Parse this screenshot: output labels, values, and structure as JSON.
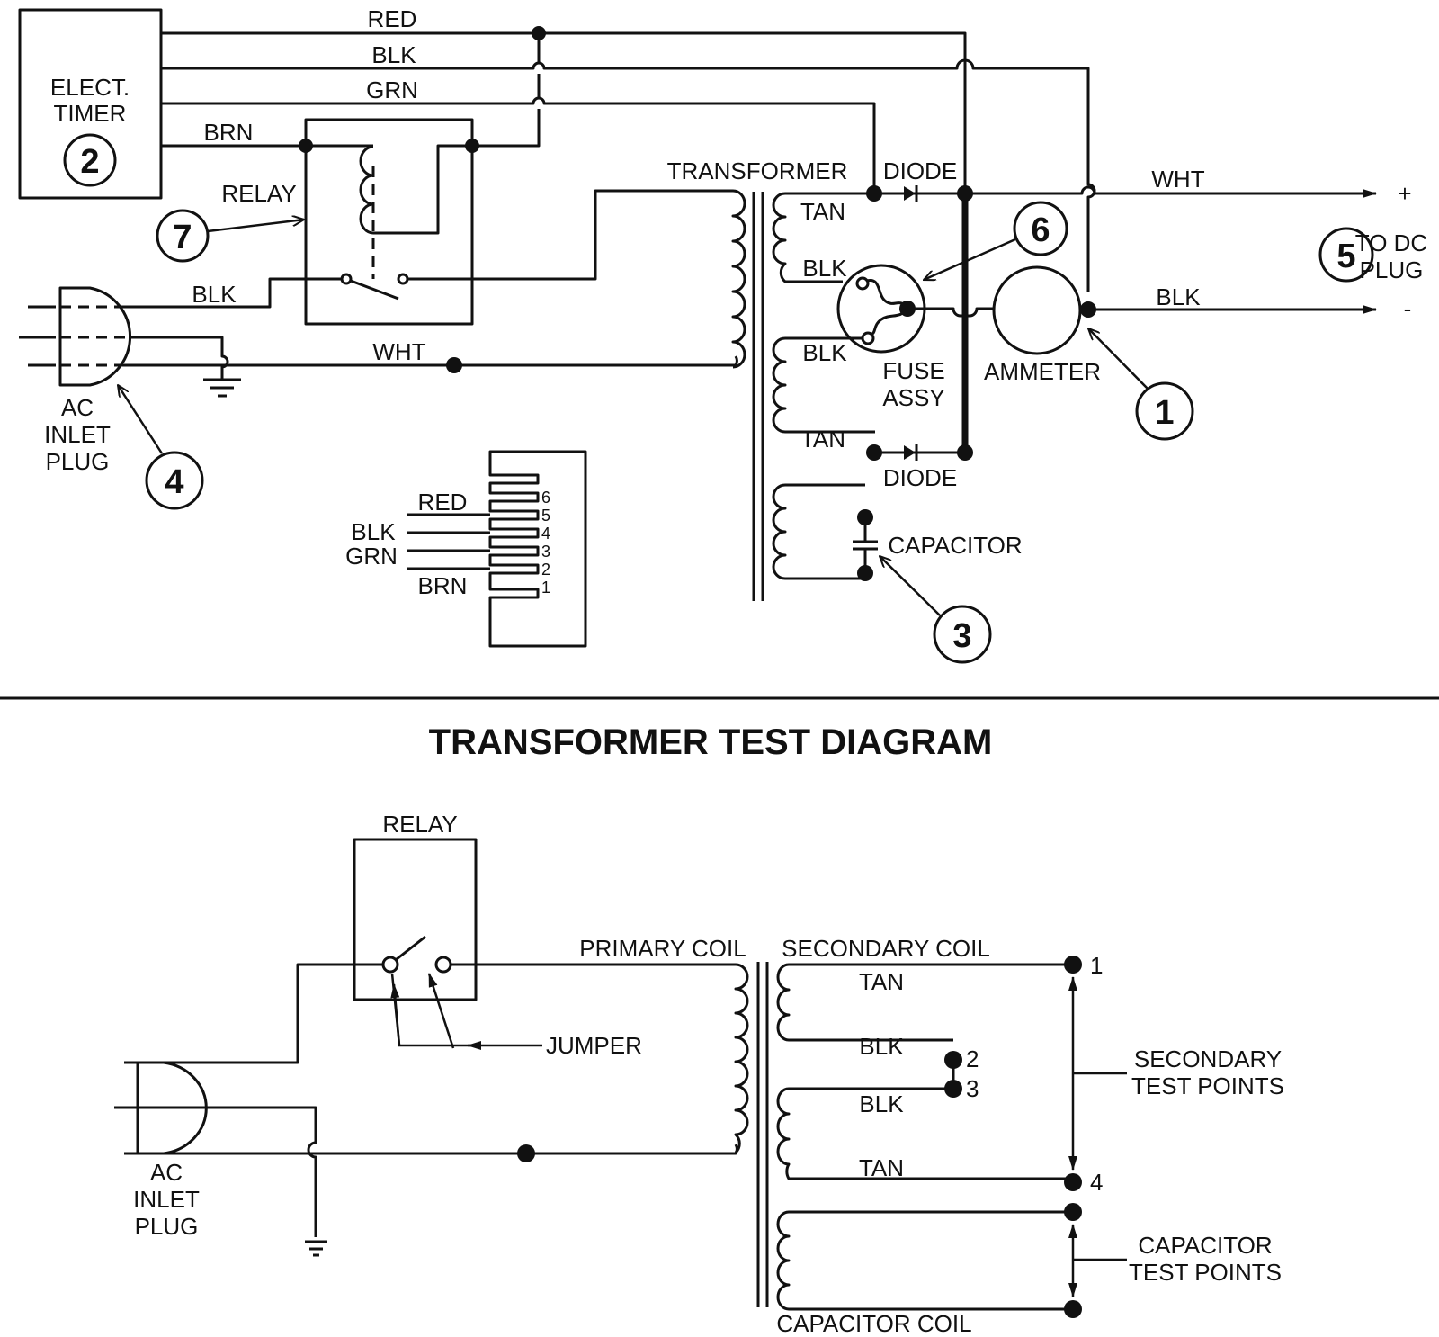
{
  "top_diagram": {
    "components": {
      "timer": {
        "line1": "ELECT.",
        "line2": "TIMER",
        "callout": "2"
      },
      "relay": {
        "label": "RELAY",
        "callout": "7"
      },
      "ac_inlet": {
        "line1": "AC",
        "line2": "INLET",
        "line3": "PLUG",
        "callout": "4"
      },
      "transformer": {
        "label": "TRANSFORMER"
      },
      "diode_top": {
        "label": "DIODE"
      },
      "diode_bottom": {
        "label": "DIODE"
      },
      "fuse": {
        "line1": "FUSE",
        "line2": "ASSY",
        "callout": "6"
      },
      "ammeter": {
        "label": "AMMETER",
        "callout": "1"
      },
      "capacitor": {
        "label": "CAPACITOR",
        "callout": "3"
      },
      "dc_plug": {
        "line1": "TO DC",
        "line2": "PLUG",
        "callout": "5",
        "plus": "+",
        "minus": "-"
      }
    },
    "wires": {
      "red": "RED",
      "blk_top": "BLK",
      "grn": "GRN",
      "brn": "BRN",
      "blk_ac": "BLK",
      "wht_ac": "WHT",
      "tan_upper": "TAN",
      "blk_upper": "BLK",
      "blk_lower": "BLK",
      "tan_lower": "TAN",
      "wht_out": "WHT",
      "blk_out": "BLK"
    },
    "connector": {
      "wires": [
        "RED",
        "BLK",
        "GRN",
        "BRN"
      ],
      "pins": [
        "6",
        "5",
        "4",
        "3",
        "2",
        "1"
      ]
    }
  },
  "bottom_diagram": {
    "title": "TRANSFORMER TEST DIAGRAM",
    "relay": "RELAY",
    "jumper": "JUMPER",
    "primary_coil": "PRIMARY COIL",
    "secondary_coil": "SECONDARY COIL",
    "capacitor_coil": "CAPACITOR COIL",
    "ac_inlet": {
      "line1": "AC",
      "line2": "INLET",
      "line3": "PLUG"
    },
    "wires": {
      "tan_upper": "TAN",
      "blk_upper": "BLK",
      "blk_lower": "BLK",
      "tan_lower": "TAN"
    },
    "test_points": [
      "1",
      "2",
      "3",
      "4"
    ],
    "secondary_test": {
      "line1": "SECONDARY",
      "line2": "TEST POINTS"
    },
    "capacitor_test": {
      "line1": "CAPACITOR",
      "line2": "TEST POINTS"
    }
  }
}
